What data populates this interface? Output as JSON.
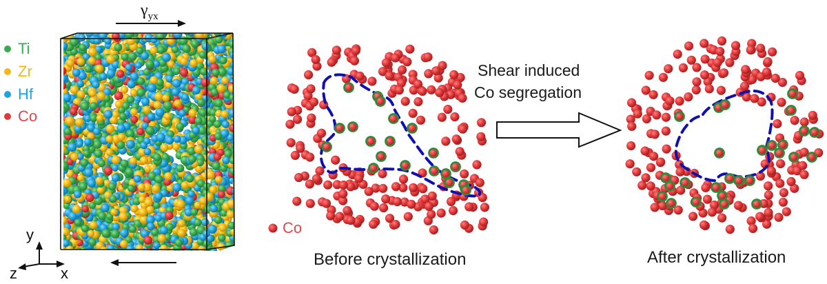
{
  "colors": {
    "ti": "#3aaa4f",
    "zr": "#f2b819",
    "hf": "#20a4dc",
    "co": "#e0393a",
    "co_dark": "#c92a2b",
    "ring": "#2e8b3a",
    "dashed_boundary": "#1010b0",
    "text": "#1a1a1a"
  },
  "legend": {
    "items": [
      {
        "label": "Ti",
        "color": "#3aaa4f"
      },
      {
        "label": "Zr",
        "color": "#f2b819"
      },
      {
        "label": "Hf",
        "color": "#20a4dc"
      },
      {
        "label": "Co",
        "color": "#d94a4a"
      }
    ]
  },
  "shear": {
    "symbol": "γ",
    "subscript": "yx"
  },
  "axes": {
    "y": "y",
    "x": "x",
    "z": "z"
  },
  "middle_panel": {
    "legend_label": "Co",
    "caption": "Before crystallization"
  },
  "transition": {
    "line1": "Shear induced",
    "line2": "Co segregation"
  },
  "right_panel": {
    "caption": "After crystallization"
  }
}
